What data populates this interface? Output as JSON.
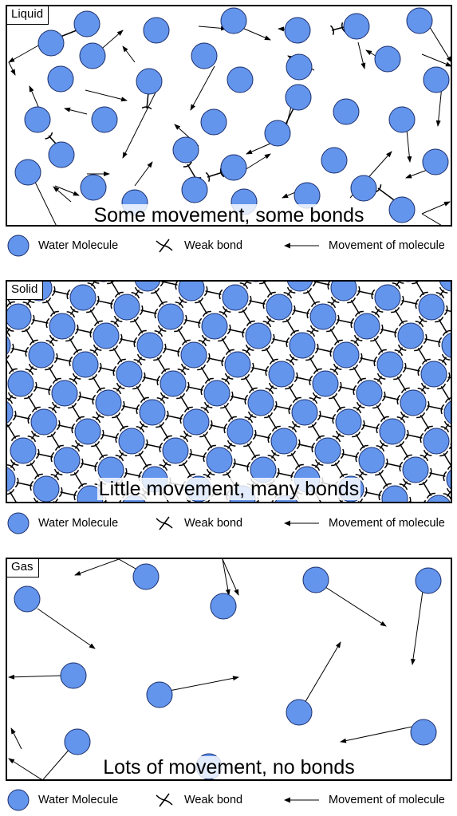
{
  "colors": {
    "molecule_fill": "#6495ED",
    "molecule_stroke": "#1a2e6b",
    "ink": "#000000"
  },
  "legend_labels": {
    "molecule": "Water Molecule",
    "bond": "Weak bond",
    "movement": "Movement of molecule"
  },
  "icons": {
    "molecule": "circle-icon",
    "bond": "weak-bond-icon",
    "movement": "arrow-left-icon"
  },
  "panels": {
    "liquid": {
      "label": "Liquid",
      "caption": "Some movement, some bonds"
    },
    "solid": {
      "label": "Solid",
      "caption": "Little movement, many bonds"
    },
    "gas": {
      "label": "Gas",
      "caption": "Lots of movement, no bonds"
    }
  }
}
